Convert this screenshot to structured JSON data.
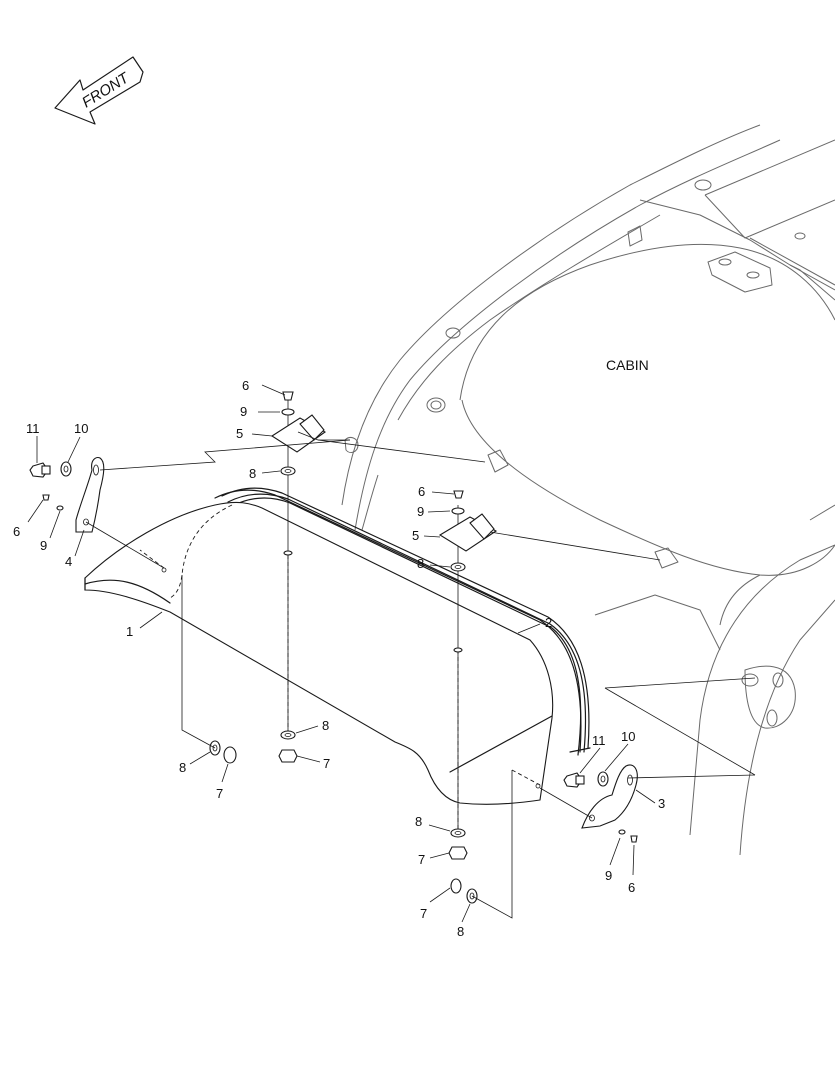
{
  "front_label": "FRONT",
  "cabin_label": "CABIN",
  "callouts": [
    {
      "id": "c1",
      "text": "1"
    },
    {
      "id": "c2",
      "text": "2"
    },
    {
      "id": "c3",
      "text": "3"
    },
    {
      "id": "c4",
      "text": "4"
    },
    {
      "id": "c5a",
      "text": "5"
    },
    {
      "id": "c5b",
      "text": "5"
    },
    {
      "id": "c6a",
      "text": "6"
    },
    {
      "id": "c6b",
      "text": "6"
    },
    {
      "id": "c6c",
      "text": "6"
    },
    {
      "id": "c6d",
      "text": "6"
    },
    {
      "id": "c7a",
      "text": "7"
    },
    {
      "id": "c7b",
      "text": "7"
    },
    {
      "id": "c7c",
      "text": "7"
    },
    {
      "id": "c7d",
      "text": "7"
    },
    {
      "id": "c8a",
      "text": "8"
    },
    {
      "id": "c8b",
      "text": "8"
    },
    {
      "id": "c8c",
      "text": "8"
    },
    {
      "id": "c8d",
      "text": "8"
    },
    {
      "id": "c8e",
      "text": "8"
    },
    {
      "id": "c8f",
      "text": "8"
    },
    {
      "id": "c9a",
      "text": "9"
    },
    {
      "id": "c9b",
      "text": "9"
    },
    {
      "id": "c9c",
      "text": "9"
    },
    {
      "id": "c9d",
      "text": "9"
    },
    {
      "id": "c10a",
      "text": "10"
    },
    {
      "id": "c10b",
      "text": "10"
    },
    {
      "id": "c11a",
      "text": "11"
    },
    {
      "id": "c11b",
      "text": "11"
    }
  ]
}
